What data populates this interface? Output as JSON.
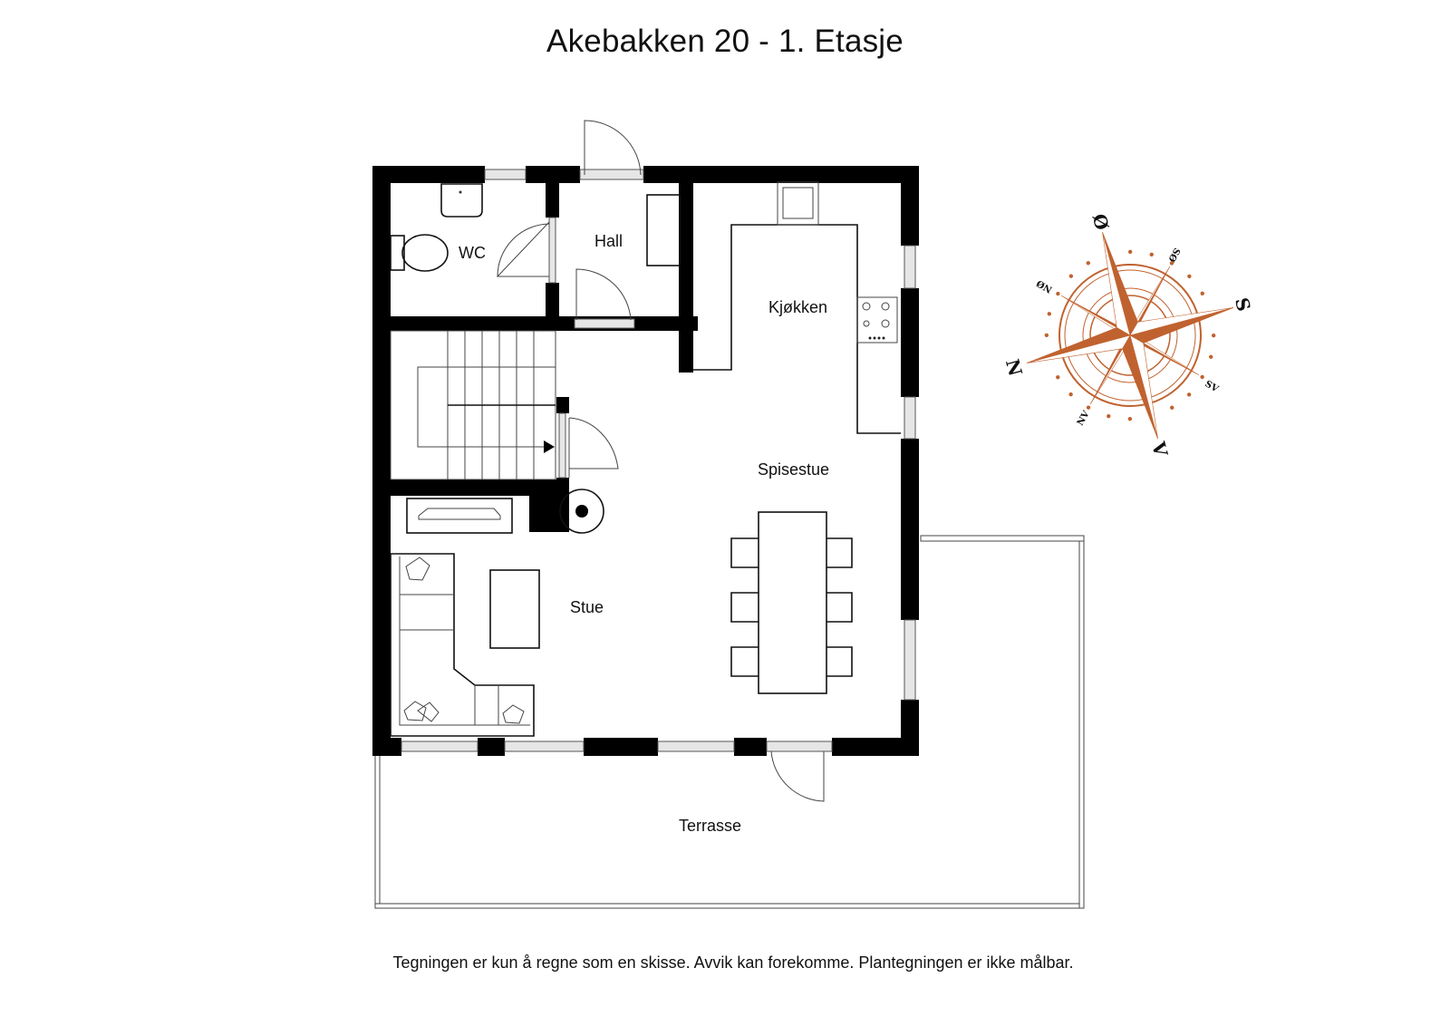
{
  "header": {
    "title": "Akebakken 20  - 1. Etasje"
  },
  "rooms": {
    "wc": "WC",
    "hall": "Hall",
    "kitchen": "Kjøkken",
    "dining": "Spisestue",
    "living": "Stue",
    "terrace": "Terrasse"
  },
  "compass": {
    "north": "N",
    "east": "Ø",
    "south": "S",
    "west": "V",
    "northeast": "NØ",
    "southeast": "SØ",
    "southwest": "SV",
    "northwest": "NV",
    "color": "#c0622f"
  },
  "footer": {
    "disclaimer": "Tegningen er kun å regne som en skisse. Avvik kan forekomme. Plantegningen er ikke målbar."
  },
  "colors": {
    "wall": "#000000",
    "background": "#ffffff",
    "window": "#e6e6e6"
  }
}
